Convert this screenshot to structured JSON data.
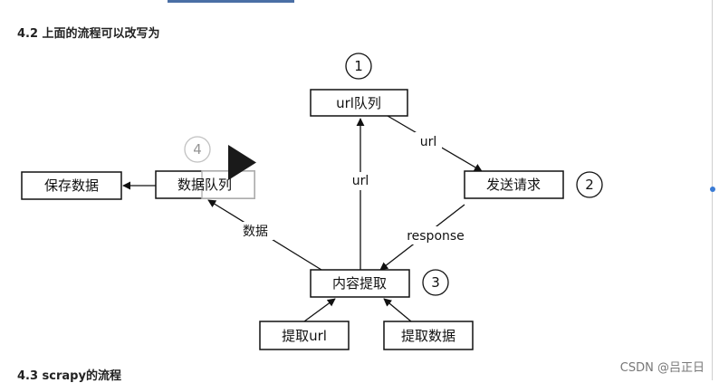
{
  "headings": {
    "section_42": "4.2 上面的流程可以改写为",
    "section_43": "4.3 scrapy的流程"
  },
  "nodes": {
    "url_queue": "url队列",
    "send_request": "发送请求",
    "content_extract": "内容提取",
    "data_queue": "数据队列",
    "save_data": "保存数据",
    "extract_url": "提取url",
    "extract_data": "提取数据"
  },
  "step_numbers": {
    "one": "1",
    "two": "2",
    "three": "3",
    "four": "4"
  },
  "edge_labels": {
    "url_queue_to_request": "url",
    "extract_to_url_queue": "url",
    "request_to_extract": "response",
    "extract_to_data_queue": "数据"
  },
  "watermark": "CSDN @吕正日",
  "colors": {
    "line": "#111111",
    "faded": "#b8b8b8",
    "play_overlay": "#1a1a1a",
    "accent": "#4a6fa5"
  },
  "icons": {
    "play": "play-icon"
  }
}
